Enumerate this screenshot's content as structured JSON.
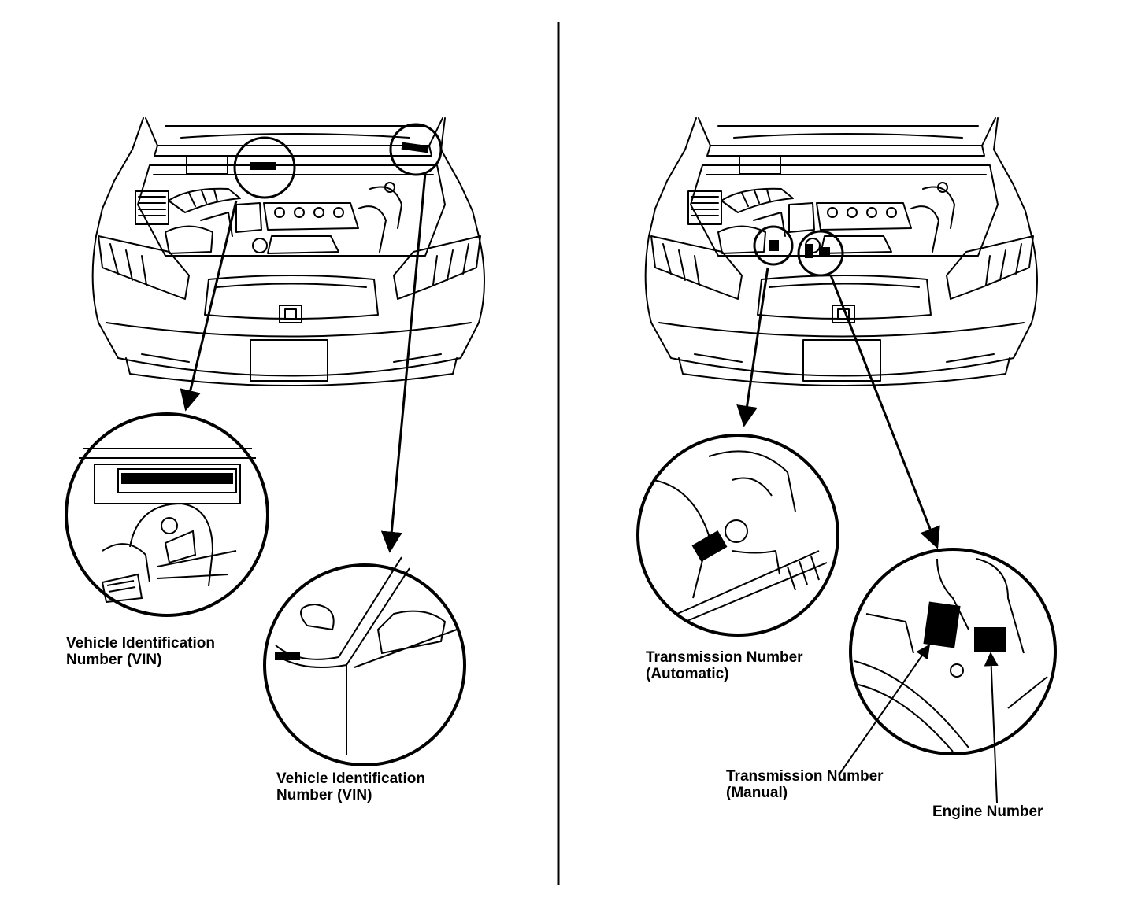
{
  "left_panel": {
    "vin_label_a": {
      "line1": "Vehicle Identification",
      "line2": "Number (VIN)"
    },
    "vin_label_b": {
      "line1": "Vehicle Identification",
      "line2": "Number (VIN)"
    }
  },
  "right_panel": {
    "trans_auto_label": {
      "line1": "Transmission Number",
      "line2": "(Automatic)"
    },
    "trans_manual_label": {
      "line1": "Transmission Number",
      "line2": "(Manual)"
    },
    "engine_label": "Engine Number"
  },
  "colors": {
    "ink": "#000000",
    "paper": "#ffffff"
  }
}
